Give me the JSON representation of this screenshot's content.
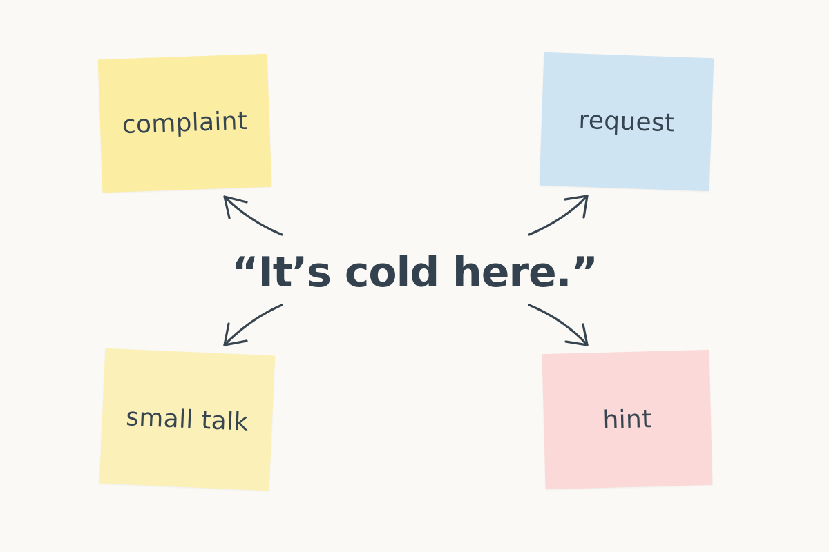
{
  "diagram": {
    "phrase": "“It’s cold here.”",
    "notes": [
      {
        "id": "complaint",
        "label": "complaint",
        "color": "#fbeea2"
      },
      {
        "id": "request",
        "label": "request",
        "color": "#cfe4f2"
      },
      {
        "id": "small-talk",
        "label": "small talk",
        "color": "#fbf1b8"
      },
      {
        "id": "hint",
        "label": "hint",
        "color": "#fbd9d8"
      }
    ],
    "arrow_color": "#364550",
    "text_color": "#364550"
  }
}
